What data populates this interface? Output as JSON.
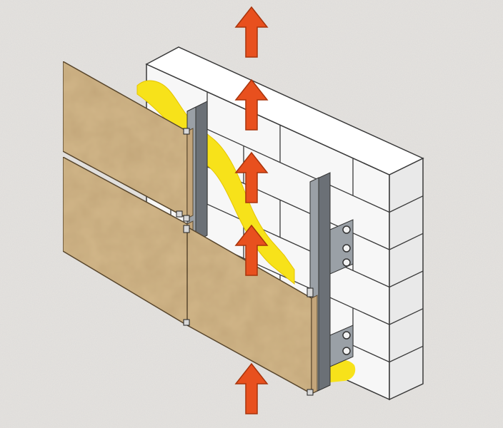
{
  "diagram": {
    "description_components": [
      "masonry-wall",
      "insulation-layer",
      "vertical-rails",
      "wall-brackets",
      "facade-panels",
      "ventilation-arrows"
    ],
    "colors": {
      "background": "#e4e2df",
      "brick_face": "#f7f7f7",
      "brick_edge": "#3a3a3a",
      "insulation": "#f7e21a",
      "insulation_shade": "#e5c400",
      "rail": "#9aa0a6",
      "rail_dark": "#6b7076",
      "panel": "#d2b78a",
      "panel_shade": "#c3a57a",
      "panel_edge": "#5c4a30",
      "arrow": "#e8501e",
      "arrow_edge": "#a8340c"
    },
    "ventilation_arrows_count": 5,
    "icons": {
      "arrow": "up-arrow-icon",
      "bracket": "bracket-icon"
    }
  }
}
